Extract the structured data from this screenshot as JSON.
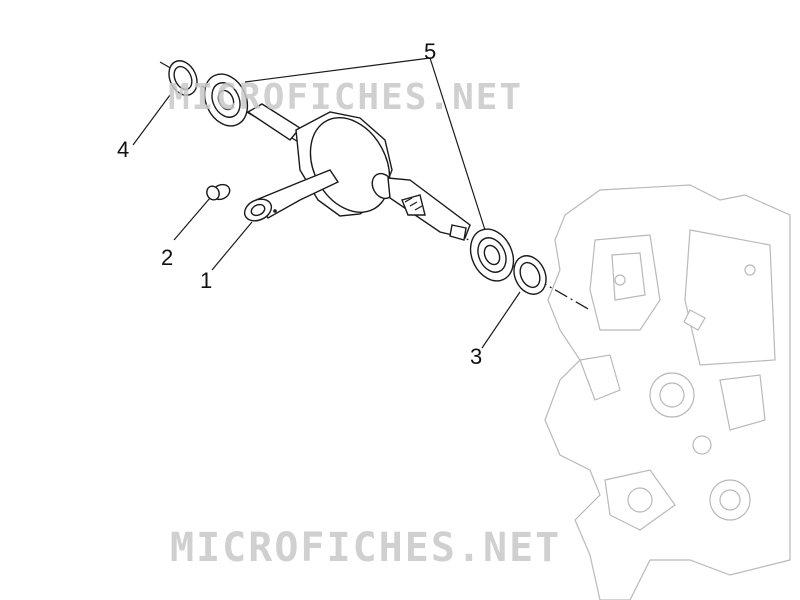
{
  "watermark": {
    "top": "MICROFICHES.NET",
    "bottom": "MICROFICHES.NET"
  },
  "callouts": {
    "part1": "1",
    "part2": "2",
    "part3": "3",
    "part4": "4",
    "part5": "5"
  }
}
